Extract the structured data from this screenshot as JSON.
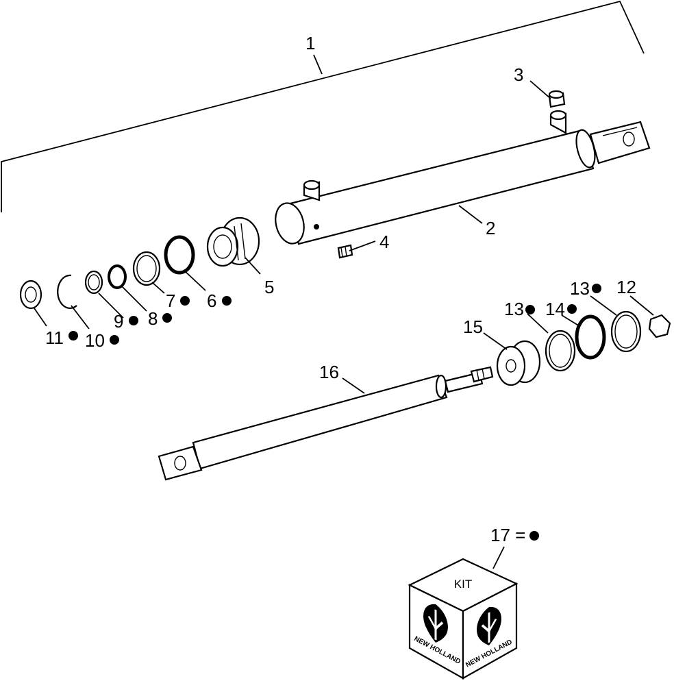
{
  "callouts": {
    "c1": "1",
    "c2": "2",
    "c3": "3",
    "c4": "4",
    "c5": "5",
    "c6": "6",
    "c7": "7",
    "c8": "8",
    "c9": "9",
    "c10": "10",
    "c11": "11",
    "c12": "12",
    "c13a": "13",
    "c13b": "13",
    "c14": "14",
    "c15": "15",
    "c16": "16",
    "c17": "17 ="
  },
  "kit": {
    "label": "KIT",
    "brand_left": "NEW HOLLAND",
    "brand_right": "NEW HOLLAND"
  },
  "colors": {
    "ink": "#000000",
    "paper": "#ffffff"
  }
}
